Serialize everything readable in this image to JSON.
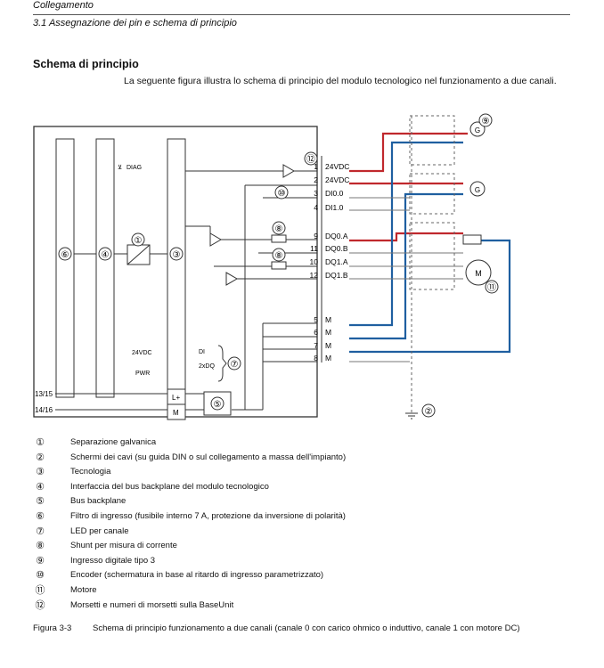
{
  "header": {
    "chapter": "Collegamento",
    "section": "3.1 Assegnazione dei pin e schema di principio"
  },
  "section_title": "Schema di principio",
  "intro_text": "La seguente figura illustra lo schema di principio del modulo tecnologico nel funzionamento a due canali.",
  "diagram": {
    "markers": [
      "①",
      "②",
      "④",
      "⑤",
      "⑥",
      "⑦",
      "⑧",
      "⑨",
      "⑩",
      "⑪",
      "⑫"
    ],
    "terminals": [
      {
        "num": "1",
        "label": "24VDC"
      },
      {
        "num": "2",
        "label": "24VDC"
      },
      {
        "num": "3",
        "label": "DI0.0"
      },
      {
        "num": "4",
        "label": "DI1.0"
      },
      {
        "num": "9",
        "label": "DQ0.A"
      },
      {
        "num": "11",
        "label": "DQ0.B"
      },
      {
        "num": "10",
        "label": "DQ1.A"
      },
      {
        "num": "12",
        "label": "DQ1.B"
      },
      {
        "num": "5",
        "label": "M"
      },
      {
        "num": "6",
        "label": "M"
      },
      {
        "num": "7",
        "label": "M"
      },
      {
        "num": "8",
        "label": "M"
      }
    ],
    "labels": {
      "diag": "DIAG",
      "led_24vdc": "24VDC",
      "led_pwr": "PWR",
      "led_di": "DI",
      "led_dq": "2xDQ",
      "pin_1315": "13/15",
      "pin_1416": "14/16",
      "lplus": "L+",
      "m": "M",
      "encoder": "G",
      "motor": "M"
    },
    "colors": {
      "red": "#c0282d",
      "blue": "#1f5fa0",
      "line": "#333333"
    }
  },
  "legend": [
    {
      "num": "①",
      "text": "Separazione galvanica"
    },
    {
      "num": "②",
      "text": "Schermi dei cavi (su guida DIN o sul collegamento a massa dell'impianto)"
    },
    {
      "num": "③",
      "text": "Tecnologia"
    },
    {
      "num": "④",
      "text": "Interfaccia del bus backplane del modulo tecnologico"
    },
    {
      "num": "⑤",
      "text": "Bus backplane"
    },
    {
      "num": "⑥",
      "text": "Filtro di ingresso (fusibile interno 7 A, protezione da inversione di polarità)"
    },
    {
      "num": "⑦",
      "text": "LED per canale"
    },
    {
      "num": "⑧",
      "text": "Shunt per misura di corrente"
    },
    {
      "num": "⑨",
      "text": "Ingresso digitale tipo 3"
    },
    {
      "num": "⑩",
      "text": "Encoder (schermatura in base al ritardo di ingresso parametrizzato)"
    },
    {
      "num": "⑪",
      "text": "Motore"
    },
    {
      "num": "⑫",
      "text": "Morsetti e numeri di morsetti sulla BaseUnit"
    }
  ],
  "figure": {
    "label": "Figura 3-3",
    "caption": "Schema di principio funzionamento a due canali (canale 0 con carico ohmico o induttivo, canale 1 con motore DC)"
  }
}
